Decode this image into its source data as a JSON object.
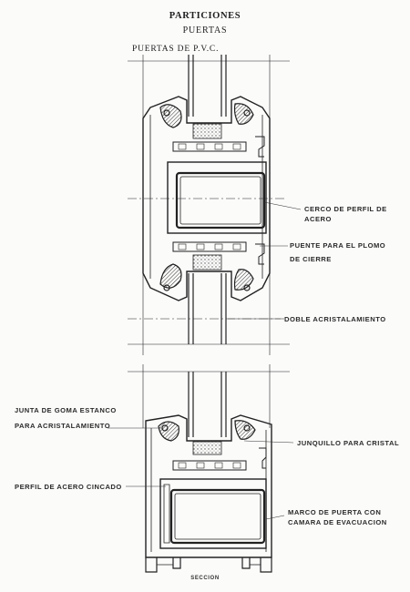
{
  "header": {
    "title": "PARTICIONES",
    "subtitle": "PUERTAS",
    "section": "PUERTAS DE P.V.C."
  },
  "labels": {
    "cerco_l1": "CERCO DE PERFIL DE",
    "cerco_l2": "ACERO",
    "puente_l1": "PUENTE PARA EL PLOMO",
    "puente_l2": "DE CIERRE",
    "doble": "DOBLE ACRISTALAMIENTO",
    "junta_l1": "JUNTA DE GOMA ESTANCO",
    "junta_l2": "PARA ACRISTALAMIENTO",
    "junquillo": "JUNQUILLO PARA CRISTAL",
    "perfil": "PERFIL DE ACERO CINCADO",
    "marco_l1": "MARCO DE PUERTA CON",
    "marco_l2": "CAMARA DE EVACUACION"
  },
  "footer": {
    "caption": "SECCION"
  }
}
